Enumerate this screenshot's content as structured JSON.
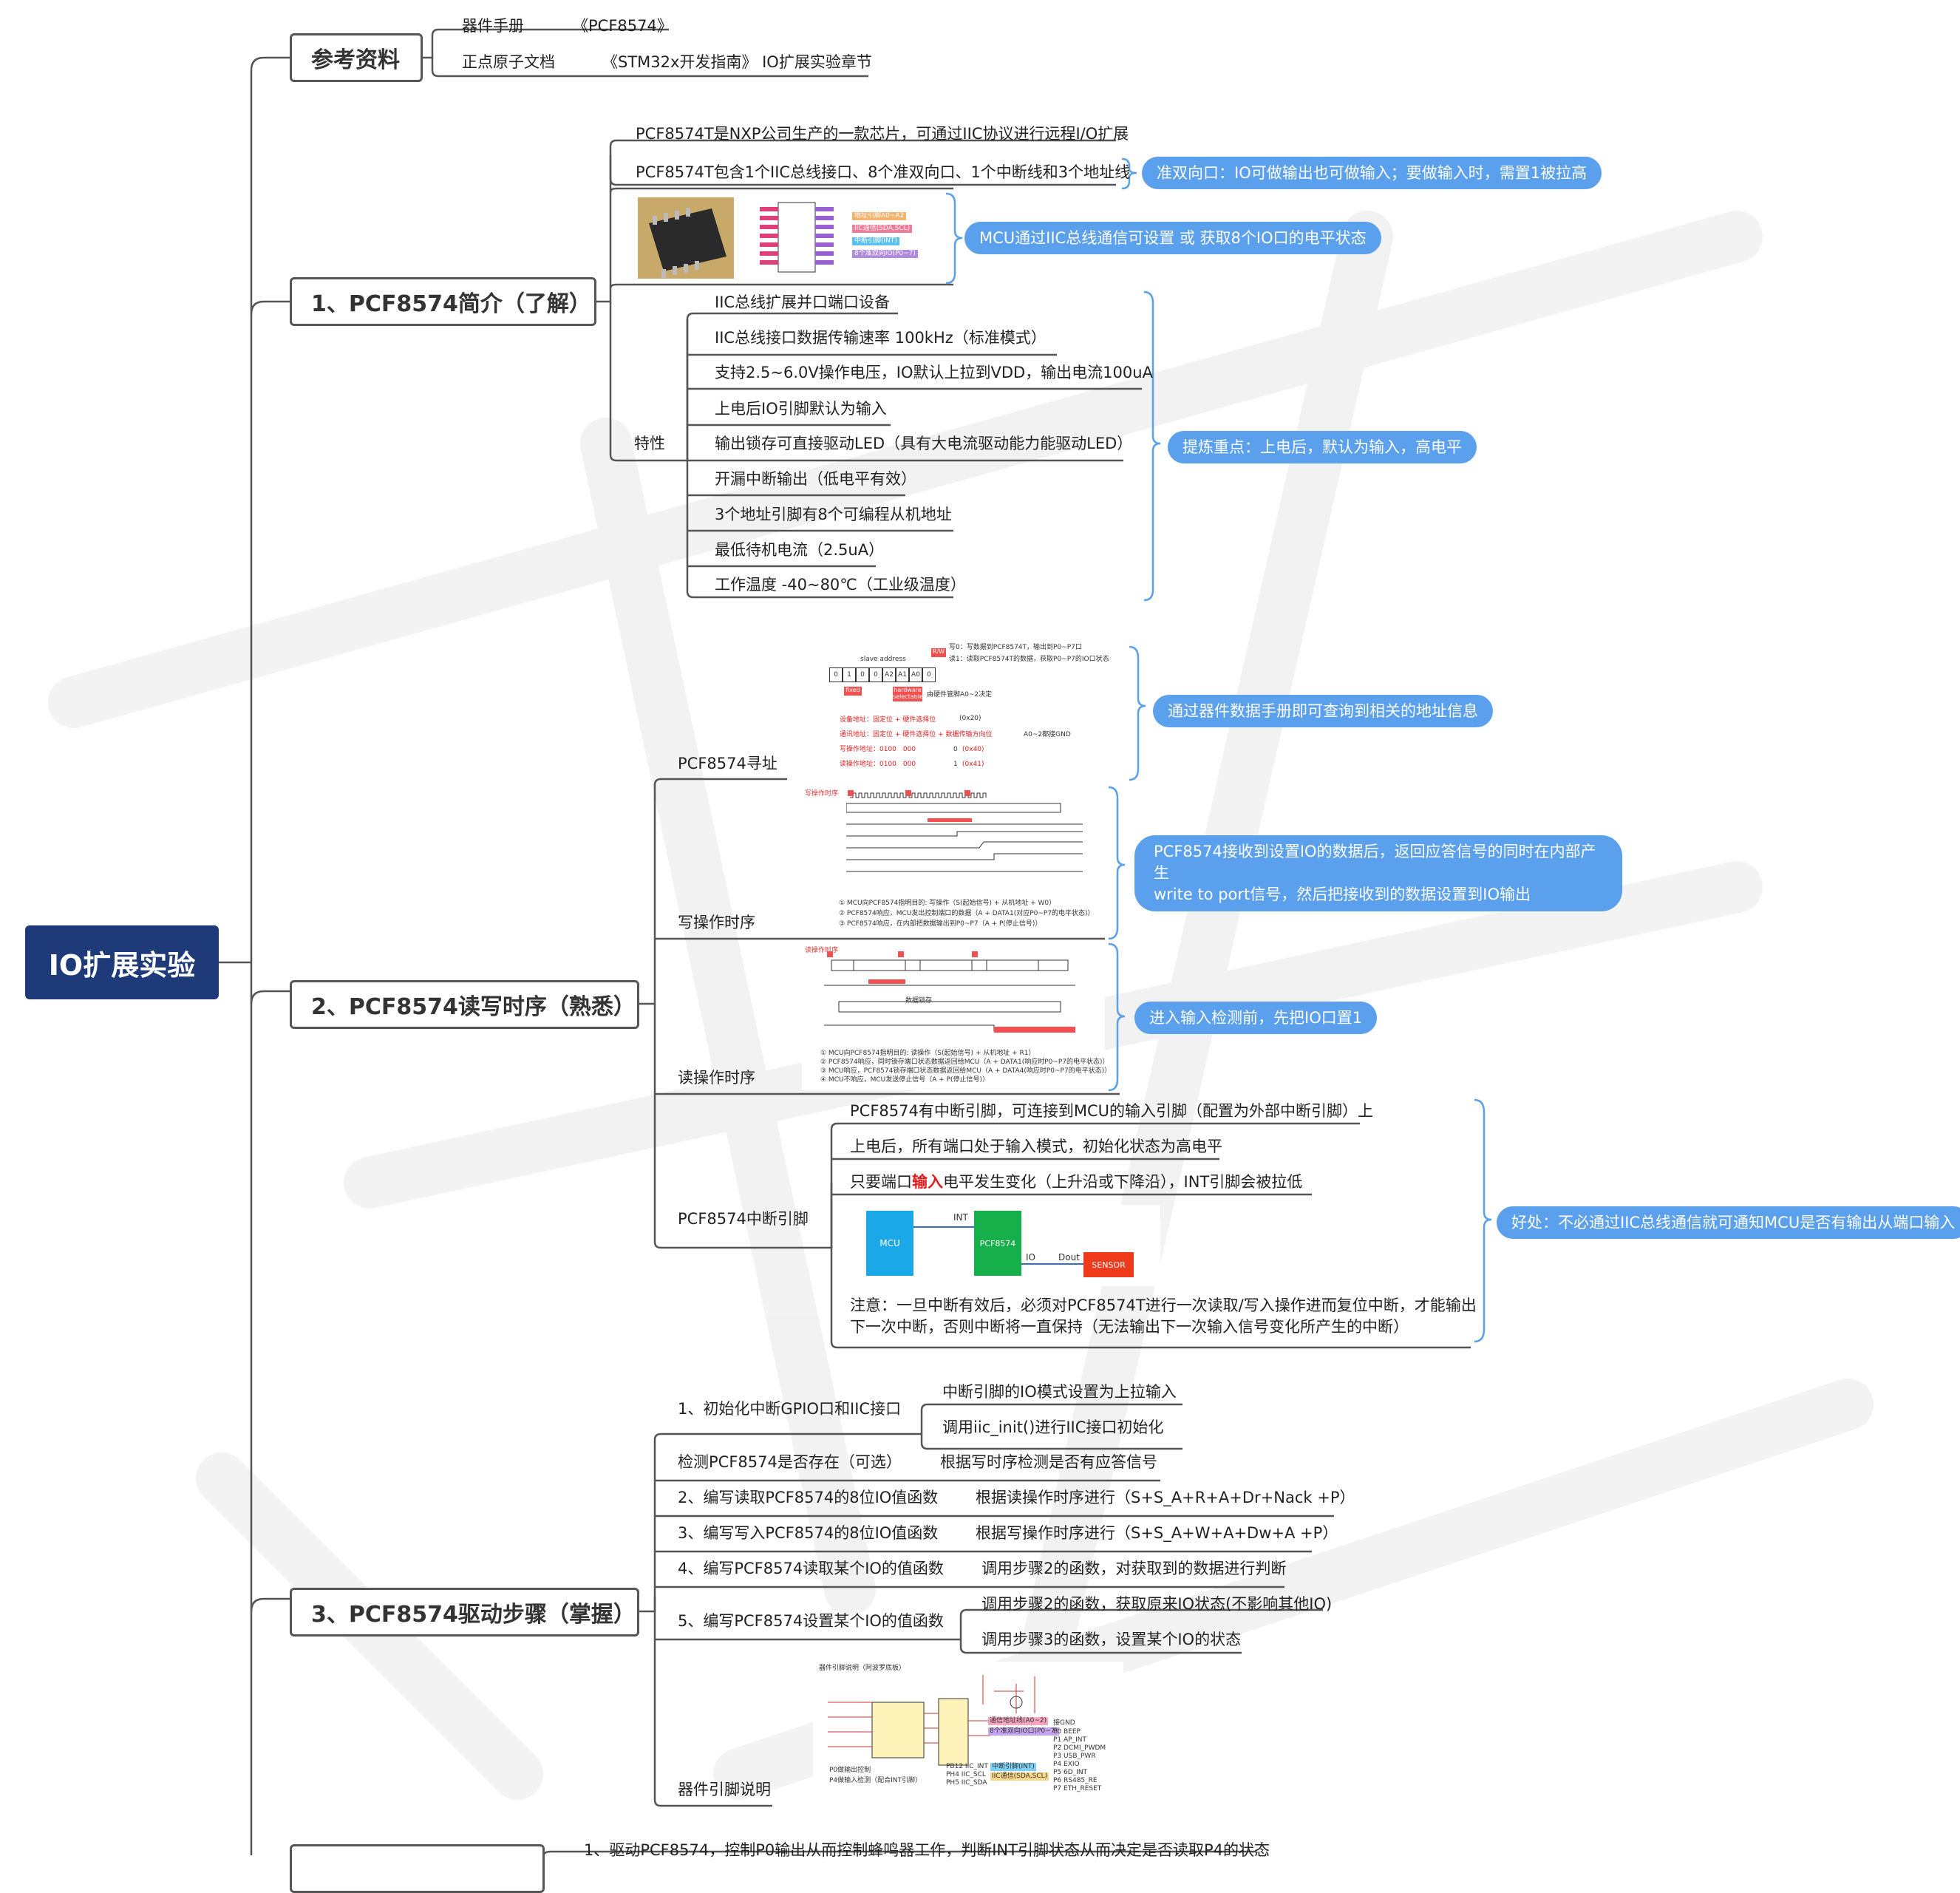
{
  "root": {
    "label": "IO扩展实验"
  },
  "ref": {
    "title": "参考资料",
    "rows": [
      {
        "k": "器件手册",
        "v": "《PCF8574》"
      },
      {
        "k": "正点原子文档",
        "v": "《STM32x开发指南》 IO扩展实验章节"
      }
    ]
  },
  "s1": {
    "title": "1、PCF8574简介（了解）",
    "intro1": "PCF8574T是NXP公司生产的一款芯片，可通过IIC协议进行远程I/O扩展",
    "intro2": "PCF8574T包含1个IIC总线接口、8个准双向口、1个中断线和3个地址线",
    "pill_quasi": "准双向口：IO可做输出也可做输入；要做输入时，需置1被拉高",
    "pill_mcu": "MCU通过IIC总线通信可设置 或 获取8个IO口的电平状态",
    "chip_labels": [
      "地址引脚A0~A2",
      "IIC通信(SDA,SCL)",
      "中断引脚(INT)",
      "8个准双向IO(P0~7)"
    ],
    "feature_label": "特性",
    "features": [
      "IIC总线扩展并口端口设备",
      "IIC总线接口数据传输速率 100kHz（标准模式）",
      "支持2.5~6.0V操作电压，IO默认上拉到VDD，输出电流100uA",
      "上电后IO引脚默认为输入",
      "输出锁存可直接驱动LED（具有大电流驱动能力能驱动LED）",
      "开漏中断输出（低电平有效）",
      "3个地址引脚有8个可编程从机地址",
      "最低待机电流（2.5uA）",
      "工作温度 -40~80℃（工业级温度）"
    ],
    "pill_key": "提炼重点：上电后，默认为输入，高电平"
  },
  "s2": {
    "title": "2、PCF8574读写时序（熟悉）",
    "addr_label": "PCF8574寻址",
    "addr_pill": "通过器件数据手册即可查询到相关的地址信息",
    "addr_fig": {
      "slave": "slave address",
      "bits": [
        "0",
        "1",
        "0",
        "0",
        "A2",
        "A1",
        "A0",
        "0"
      ],
      "rw": "R/W",
      "note_w": "写0：写数据到PCF8574T，输出到P0~P7口",
      "note_r": "读1：读取PCF8574T的数据，获取P0~P7的IO口状态",
      "fixed": "fixed",
      "hw": "hardware selectable",
      "hw_note": "由硬件管脚A0~2决定",
      "line1": "设备地址：固定位 + 硬件选择位",
      "line1v": "(0x20)",
      "line2": "通讯地址：固定位 + 硬件选择位 + 数据传输方向位",
      "line2v": "A0~2都接GND",
      "line3": "写操作地址：0100　000",
      "line3v": "0",
      "line3x": "(0x40)",
      "line4": "读操作地址：0100　000",
      "line4v": "1",
      "line4x": "(0x41)"
    },
    "write_label": "写操作时序",
    "write_pill_l1": "PCF8574接收到设置IO的数据后，返回应答信号的同时在内部产生",
    "write_pill_l2": "write to port信号，然后把接收到的数据设置到IO输出",
    "write_fig": {
      "title": "写操作时序",
      "s1": "① MCU向PCF8574指明目的: 写操作（S(起始信号) + 从机地址 + W0）",
      "s2": "② PCF8574响应，MCU发出控制端口的数据（A + DATA1(对应P0~P7的电平状态)）",
      "s3": "③ PCF8574响应，在内部把数据输出到P0~P7（A + P(停止信号)）"
    },
    "read_label": "读操作时序",
    "read_pill": "进入输入检测前，先把IO口置1",
    "read_fig": {
      "title": "读操作时序",
      "latch": "数据锁存",
      "s1": "① MCU向PCF8574指明目的: 读操作（S(起始信号) + 从机地址 + R1）",
      "s2": "② PCF8574响应，同时锁存端口状态数据返回给MCU（A + DATA1(响应时P0~P7的电平状态)）",
      "s3": "③ MCU响应，PCF8574锁存端口状态数据返回给MCU（A + DATA4(响应时P0~P7的电平状态)）",
      "s4": "④ MCU不响应，MCU发送停止信号（A + P(停止信号)）"
    },
    "int_label": "PCF8574中断引脚",
    "int_items": [
      "PCF8574有中断引脚，可连接到MCU的输入引脚（配置为外部中断引脚）上",
      "上电后，所有端口处于输入模式，初始化状态为高电平"
    ],
    "int_item3_pre": "只要端口",
    "int_item3_red": "输入",
    "int_item3_post": "电平发生变化（上升沿或下降沿），INT引脚会被拉低",
    "int_diagram": {
      "mcu": "MCU",
      "int": "INT",
      "pcf": "PCF8574",
      "io": "IO",
      "dout": "Dout",
      "sensor": "SENSOR"
    },
    "int_note_l1": "注意：一旦中断有效后，必须对PCF8574T进行一次读取/写入操作进而复位中断，才能输出",
    "int_note_l2": "下一次中断，否则中断将一直保持（无法输出下一次输入信号变化所产生的中断）",
    "int_pill": "好处：不必通过IIC总线通信就可通知MCU是否有输出从端口输入"
  },
  "s3": {
    "title": "3、PCF8574驱动步骤（掌握）",
    "steps": [
      {
        "k": "1、初始化中断GPIO口和IIC接口",
        "v": [
          "中断引脚的IO模式设置为上拉输入",
          "调用iic_init()进行IIC接口初始化"
        ]
      },
      {
        "k": "检测PCF8574是否存在（可选）",
        "v": [
          "根据写时序检测是否有应答信号"
        ]
      },
      {
        "k": "2、编写读取PCF8574的8位IO值函数",
        "v": [
          "根据读操作时序进行（S+S_A+R+A+Dr+Nack +P）"
        ]
      },
      {
        "k": "3、编写写入PCF8574的8位IO值函数",
        "v": [
          "根据写操作时序进行（S+S_A+W+A+Dw+A +P）"
        ]
      },
      {
        "k": "4、编写PCF8574读取某个IO的值函数",
        "v": [
          "调用步骤2的函数，对获取到的数据进行判断"
        ]
      },
      {
        "k": "5、编写PCF8574设置某个IO的值函数",
        "v": [
          "调用步骤2的函数，获取原来IO状态(不影响其他IO)",
          "调用步骤3的函数，设置某个IO的状态"
        ]
      }
    ],
    "pin_label": "器件引脚说明",
    "pin_fig": {
      "title": "器件引脚说明（阿波罗底板）",
      "p0": "P0做输出控制",
      "p4": "P4做输入检测（配合INT引脚）",
      "hl1": "通信地址线(A0~2)",
      "hl2": "8个准双向IO口(P0~7)",
      "pins": [
        "接GND",
        "P0  BEEP",
        "P1  AP_INT",
        "P2  DCMI_PWDM",
        "P3  USB_PWR",
        "P4  EXIO",
        "P5  6D_INT",
        "P6  RS485_RE",
        "P7  ETH_RESET"
      ],
      "mcu_pins": [
        "PB12  IIC_INT",
        "PH4  IIC_SCL",
        "PH5  IIC_SDA"
      ],
      "mcu_hl1": "中断引脚(INT)",
      "mcu_hl2": "IIC通信(SDA,SCL)"
    }
  },
  "s4": {
    "next_line": "1、驱动PCF8574，控制P0输出从而控制蜂鸣器工作，判断INT引脚状态从而决定是否读取P4的状态"
  },
  "colors": {
    "root": "#1e3a78",
    "pill": "#5aa0ec",
    "line": "#555555",
    "bracket": "#5aa0ec",
    "mcu": "#1ba8e8",
    "pcf": "#16b04a",
    "sensor": "#f03a1c",
    "red": "#e21b1b"
  }
}
